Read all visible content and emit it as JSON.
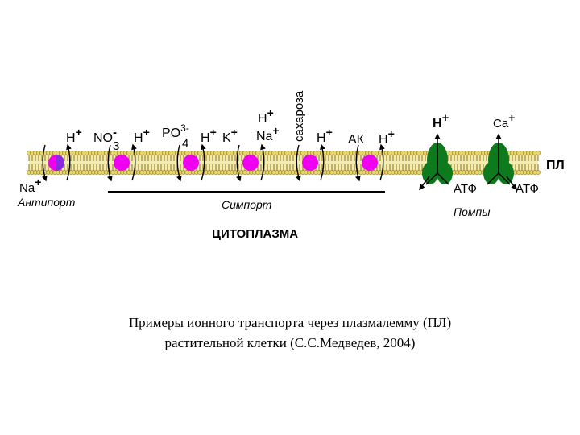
{
  "colors": {
    "membrane_yellow": "#E8D66A",
    "membrane_dark": "#8B7A20",
    "carrier_magenta": "#F000F0",
    "carrier_violet": "#8A2BE2",
    "pump_green": "#0E7A1E"
  },
  "membrane": {
    "label": "ПЛ"
  },
  "ions": {
    "h1": "H",
    "h1_sup": "+",
    "na": "Na",
    "na_sup": "+",
    "no3_base": "NO",
    "no3_sub": "3",
    "no3_sup": "-",
    "h2": "H",
    "h2_sup": "+",
    "po4_base": "PO",
    "po4_sub": "4",
    "po4_sup": "3-",
    "h3": "H",
    "h3_sup": "+",
    "k": "K",
    "k_sup": "+",
    "h4": "H",
    "h4_sup": "+",
    "na2": "Na",
    "na2_sup": "+",
    "sucrose": "сахароза",
    "h5": "H",
    "h5_sup": "+",
    "ak": "АК",
    "h6": "H",
    "h6_sup": "+",
    "pump_h": "H",
    "pump_h_sup": "+",
    "pump_ca": "Ca",
    "pump_ca_sup": "+"
  },
  "labels": {
    "antiport": "Антипорт",
    "symport": "Симпорт",
    "cytoplasm": "ЦИТОПЛАЗМА",
    "atp1": "АТФ",
    "atp2": "АТФ",
    "pumps": "Помпы"
  },
  "caption": {
    "line1": "Примеры ионного транспорта через плазмалемму (ПЛ)",
    "line2": "растительной клетки (С.С.Медведев, 2004)"
  }
}
